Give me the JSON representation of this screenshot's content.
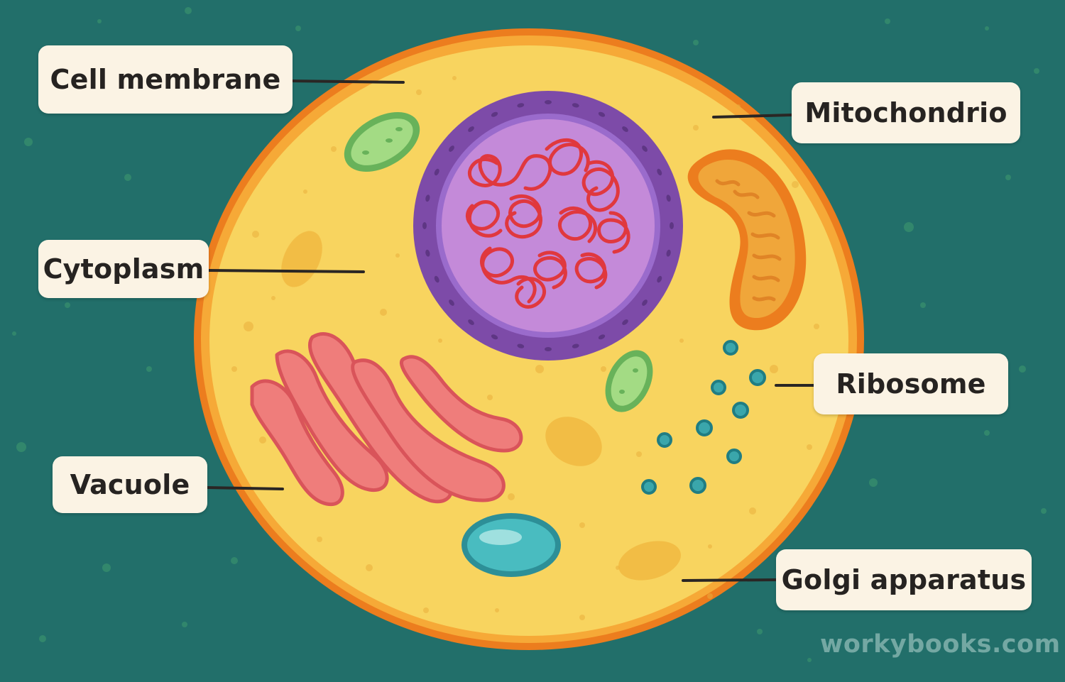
{
  "labels": {
    "cell_membrane": "Cell membrane",
    "cytoplasm": "Cytoplasm",
    "vacuole": "Vacuole",
    "mitochondrion": "Mitochondrio",
    "ribosome": "Ribosome",
    "golgi_apparatus": "Golgi apparatus"
  },
  "watermark": "workybooks.com",
  "colors": {
    "background": "#226f6a",
    "membrane": "#ec7d1e",
    "cytoplasm": "#f8d45f",
    "nucleus_outer": "#7d4ba8",
    "nucleus_inner": "#c48ad9",
    "chromatin": "#e0383e",
    "golgi": "#ef7d7b",
    "mitochondrion": "#ec9530",
    "vacuole": "#49bcc0",
    "chloroplast": "#8acf6d",
    "ribosome": "#3aa6ab",
    "label_bg": "#fbf3e4"
  }
}
